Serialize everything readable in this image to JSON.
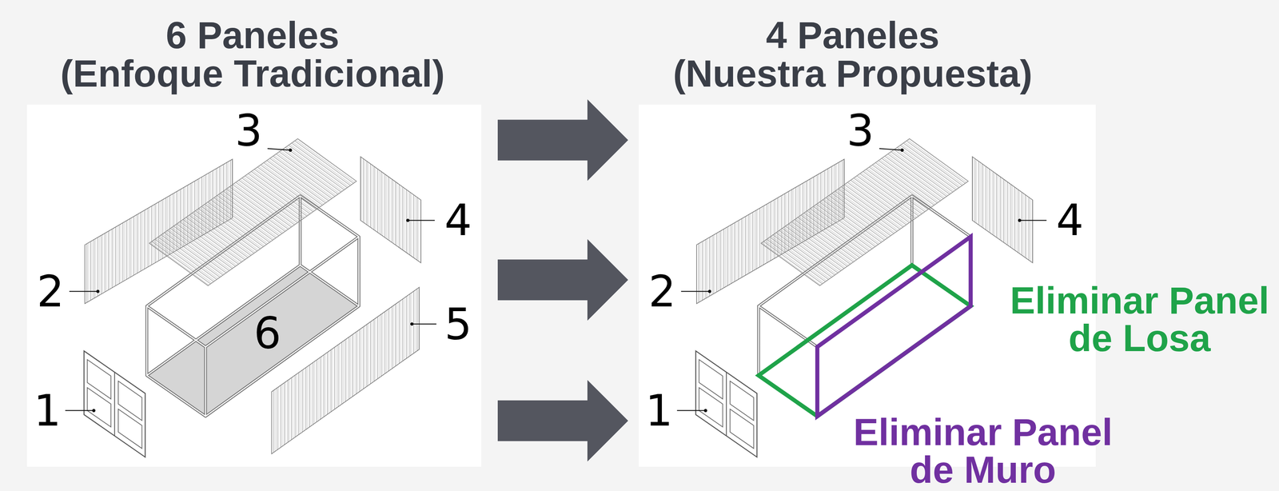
{
  "diagram": {
    "nodes": [
      {
        "text": [
          "6 Paneles",
          "(Enfoque Tradicional)"
        ]
      },
      {
        "text": [
          "4 Paneles",
          "(Nuestra Propuesta)"
        ]
      }
    ],
    "edges": [
      {
        "from": 0,
        "to": 1,
        "arrow": "to"
      },
      {
        "from": 0,
        "to": 1,
        "arrow": "to"
      },
      {
        "from": 0,
        "to": 1,
        "arrow": "to"
      }
    ],
    "labels": [
      "3",
      "2",
      "4",
      "6",
      "5",
      "1",
      "3",
      "2",
      "4",
      "Eliminar Panel de Losa",
      "1",
      "Eliminar Panel de Muro"
    ]
  }
}
